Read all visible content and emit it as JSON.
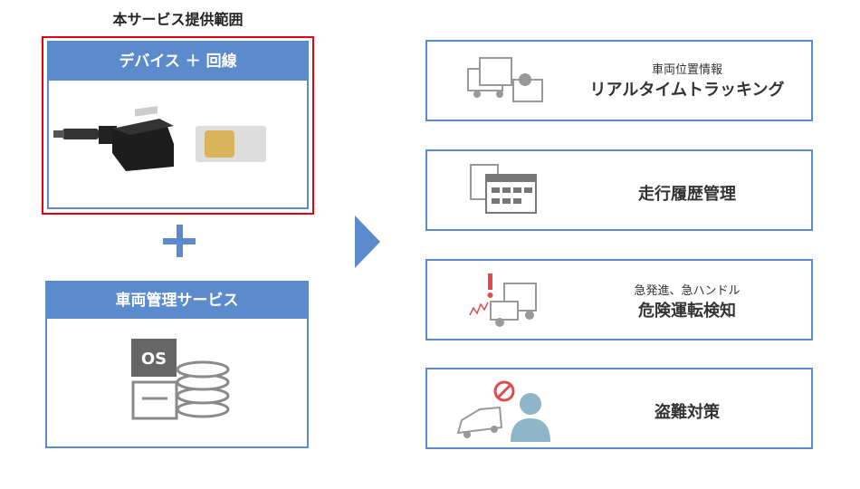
{
  "scope_title": "本サービス提供範囲",
  "device_box": {
    "header": "デバイス ＋ 回線"
  },
  "plus": "+",
  "service_box": {
    "header": "車両管理サービス",
    "os_label": "OS"
  },
  "features": [
    {
      "sub": "車両位置情報",
      "main": "リアルタイムトラッキング"
    },
    {
      "sub": "",
      "main": "走行履歴管理"
    },
    {
      "sub": "急発進、急ハンドル",
      "main": "危険運転検知"
    },
    {
      "sub": "",
      "main": "盗難対策"
    }
  ],
  "colors": {
    "accent": "#5b8bcd",
    "highlight": "#e60012"
  }
}
